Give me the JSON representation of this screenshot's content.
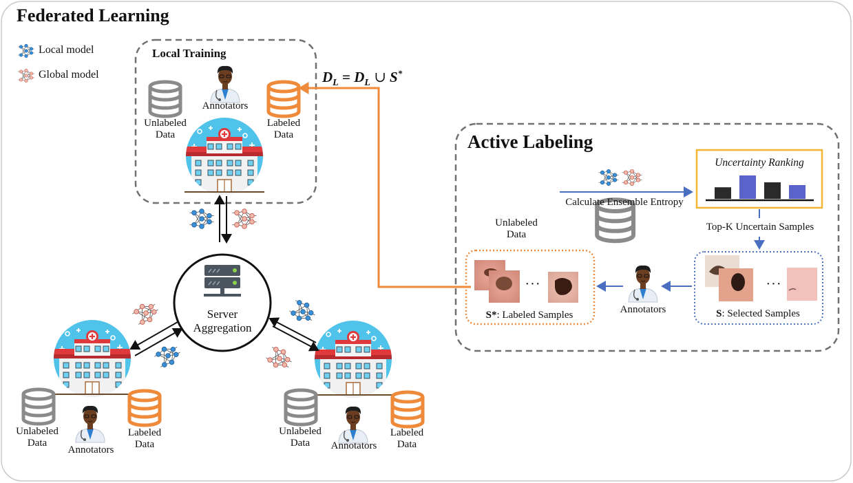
{
  "title": "Federated Learning",
  "legend": {
    "local_model": "Local model",
    "global_model": "Global model"
  },
  "local_training": {
    "title": "Local Training",
    "annotators": "Annotators",
    "unlabeled_line1": "Unlabeled",
    "unlabeled_line2": "Data",
    "labeled_line1": "Labeled",
    "labeled_line2": "Data"
  },
  "update_formula": {
    "lhs": "D",
    "lhs_sub": "L",
    "eq": " = ",
    "rhs1": "D",
    "rhs1_sub": "L",
    "union": " ∪ ",
    "rhs2": "S",
    "rhs2_sup": "*"
  },
  "server": {
    "line1": "Server",
    "line2": "Aggregation"
  },
  "client_left": {
    "unlabeled_line1": "Unlabeled",
    "unlabeled_line2": "Data",
    "annotators": "Annotators",
    "labeled_line1": "Labeled",
    "labeled_line2": "Data"
  },
  "client_right": {
    "unlabeled_line1": "Unlabeled",
    "unlabeled_line2": "Data",
    "annotators": "Annotators",
    "labeled_line1": "Labeled",
    "labeled_line2": "Data"
  },
  "active_labeling": {
    "title": "Active Labeling",
    "unlabeled_line1": "Unlabeled",
    "unlabeled_line2": "Data",
    "entropy_label": "Calculate Ensemble Entropy",
    "ranking_title": "Uncertainty Ranking",
    "ranking_values": [
      0.42,
      0.85,
      0.6,
      0.5
    ],
    "topk_label": "Top-K Uncertain Samples",
    "selected_symbol": "S",
    "selected_label": ": Selected Samples",
    "labeled_symbol": "S*",
    "labeled_label": ": Labeled Samples",
    "annotators": "Annotators",
    "ellipsis": "···"
  },
  "colors": {
    "local_model": "#3b8fd6",
    "global_model": "#e07b6a",
    "labeled_data": "#ee8a3a",
    "unlabeled_data": "#8a8a8a",
    "flow_arrow": "#4a6fc2",
    "update_arrow": "#ee8a3a",
    "ranking_border": "#f2b632",
    "ranking_dark": "#2a2a2a",
    "ranking_blue": "#5a63c9",
    "hospital_sky": "#4fc3ea",
    "hospital_roof": "#e0393b"
  }
}
